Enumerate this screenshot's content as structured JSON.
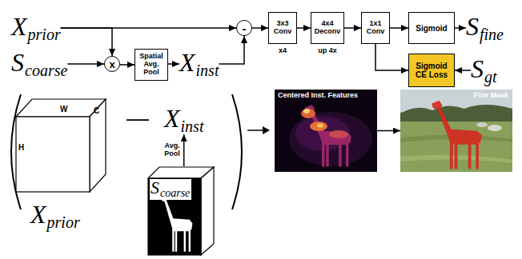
{
  "diagram": {
    "nodes": [
      {
        "text": [
          "X",
          "prior"
        ]
      },
      {
        "text": [
          "S",
          "coarse"
        ]
      },
      {
        "text": [
          "x"
        ]
      },
      {
        "text": [
          "Spatial Avg. Pool"
        ]
      },
      {
        "text": [
          "X",
          "inst"
        ]
      },
      {
        "text": [
          "-"
        ]
      },
      {
        "text": [
          "3x3 Conv",
          "x4"
        ]
      },
      {
        "text": [
          "4x4 Deconv",
          "up 4x"
        ]
      },
      {
        "text": [
          "1x1 Conv"
        ]
      },
      {
        "text": [
          "Sigmoid"
        ]
      },
      {
        "text": [
          "S",
          "fine"
        ]
      },
      {
        "text": [
          "Sigmoid CE Loss"
        ]
      },
      {
        "text": [
          "S",
          "gt"
        ]
      },
      {
        "text": [
          "H",
          "W",
          "C",
          "X",
          "prior"
        ]
      },
      {
        "text": [
          "X",
          "inst"
        ]
      },
      {
        "text": [
          "S",
          "coarse"
        ]
      },
      {
        "text": [
          "Centered Inst. Features"
        ]
      },
      {
        "text": [
          "Fine Mask"
        ]
      }
    ],
    "edges": [
      {
        "from": 0,
        "to": 5,
        "arrow": "to"
      },
      {
        "from": 0,
        "to": 2,
        "arrow": "to"
      },
      {
        "from": 1,
        "to": 2,
        "arrow": "to"
      },
      {
        "from": 2,
        "to": 3,
        "arrow": "to"
      },
      {
        "from": 3,
        "to": 4,
        "arrow": "to"
      },
      {
        "from": 4,
        "to": 5,
        "arrow": "to"
      },
      {
        "from": 5,
        "to": 6,
        "arrow": "to"
      },
      {
        "from": 6,
        "to": 7,
        "arrow": "to"
      },
      {
        "from": 7,
        "to": 8,
        "arrow": "to"
      },
      {
        "from": 8,
        "to": 9,
        "arrow": "to"
      },
      {
        "from": 9,
        "to": 10,
        "arrow": "to"
      },
      {
        "from": 8,
        "to": 11,
        "arrow": "to"
      },
      {
        "from": 12,
        "to": 11,
        "arrow": "to"
      },
      {
        "from": 15,
        "to": 14,
        "label": "Avg. Pool",
        "arrow": "to"
      },
      {
        "from": 16,
        "to": 17,
        "arrow": "to"
      }
    ],
    "labels": [
      "—"
    ]
  }
}
